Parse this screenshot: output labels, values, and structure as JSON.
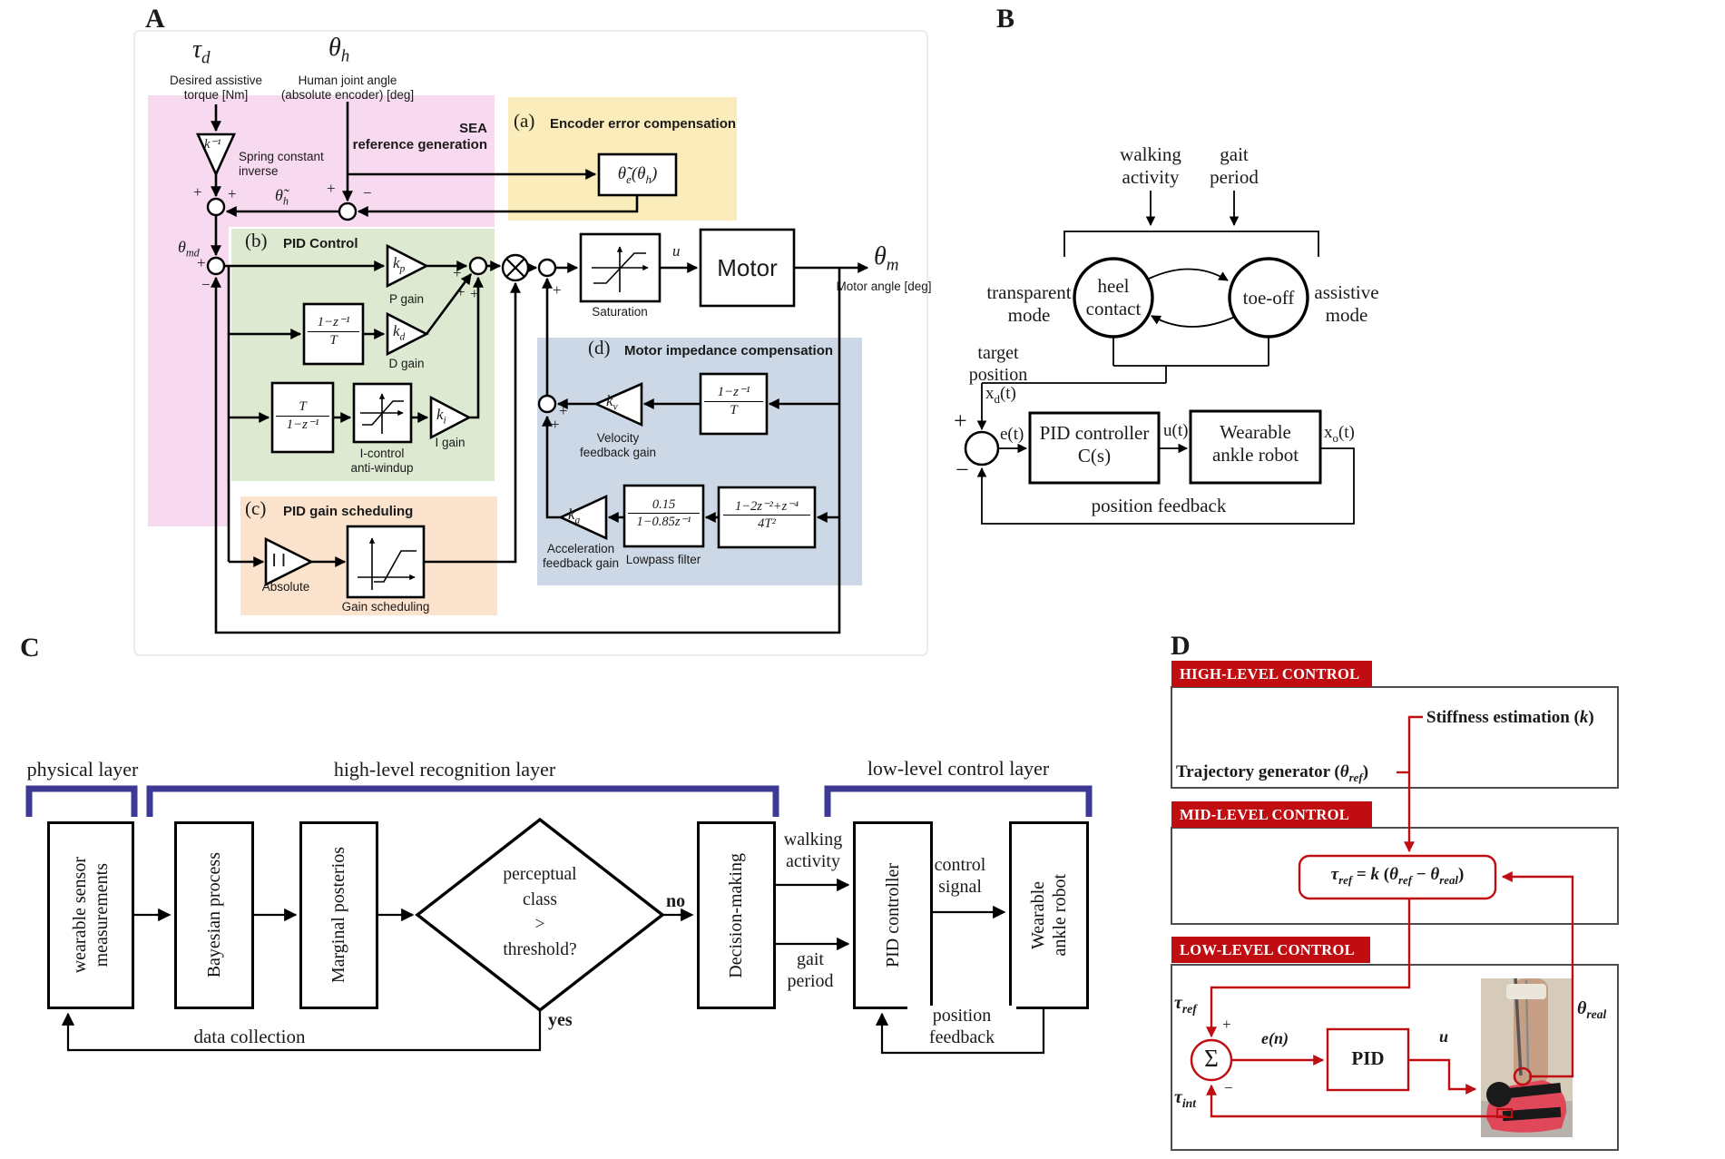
{
  "sym": {
    "plus": "+",
    "minus": "−"
  },
  "colors": {
    "pink": "#f7d9f0",
    "green": "#dde9d0",
    "yellow": "#fbedbb",
    "orange": "#fbe3cd",
    "blue": "#cdd8e6",
    "bracket": "#3c3a94",
    "red": "#c00d12",
    "grayline": "#4d4d4d"
  },
  "panels": {
    "a": "A",
    "b": "B",
    "c": "C",
    "d": "D"
  },
  "panelA": {
    "tau_d": [
      {
        "t": "τ",
        "i": true
      },
      {
        "t": "d",
        "sub": true,
        "i": true
      }
    ],
    "tau_d_desc": [
      "Desired assistive",
      "torque [Nm]"
    ],
    "theta_h_sym": [
      {
        "t": "θ",
        "i": true
      },
      {
        "t": "h",
        "sub": true,
        "i": true
      }
    ],
    "theta_h_desc": [
      "Human joint angle",
      "(absolute encoder) [deg]"
    ],
    "sea_title": [
      "SEA",
      "reference generation"
    ],
    "k_inv": "k⁻¹",
    "spring_label": [
      "Spring constant",
      "inverse"
    ],
    "theta_tilde_h": [
      {
        "t": "θ̃",
        "i": true
      },
      {
        "t": "h",
        "sub": true,
        "i": true
      }
    ],
    "theta_md": [
      {
        "t": "θ",
        "i": true
      },
      {
        "t": "md",
        "sub": true,
        "i": true
      }
    ],
    "region_a": {
      "tag": "(a)",
      "title": "Encoder error compensation"
    },
    "enc_block": [
      {
        "t": "θ̃",
        "i": true
      },
      {
        "t": "e",
        "sub": true,
        "i": true
      },
      {
        "t": "(θ",
        "i": true
      },
      {
        "t": "h",
        "sub": true,
        "i": true
      },
      {
        "t": ")",
        "i": true
      }
    ],
    "region_b": {
      "tag": "(b)",
      "title": "PID Control"
    },
    "kp": [
      {
        "t": "k",
        "i": true
      },
      {
        "t": "p",
        "sub": true,
        "i": true
      }
    ],
    "p_gain": "P gain",
    "frac_dz": {
      "num": "1−z⁻¹",
      "den": "T"
    },
    "kd": [
      {
        "t": "k",
        "i": true
      },
      {
        "t": "d",
        "sub": true,
        "i": true
      }
    ],
    "d_gain": "D gain",
    "frac_iz": {
      "num": "T",
      "den": "1−z⁻¹"
    },
    "anti_windup": [
      "I-control",
      "anti-windup"
    ],
    "ki": [
      {
        "t": "k",
        "i": true
      },
      {
        "t": "i",
        "sub": true,
        "i": true
      }
    ],
    "i_gain": "I gain",
    "region_c": {
      "tag": "(c)",
      "title": "PID gain scheduling"
    },
    "abs_sym": "| |",
    "absolute": "Absolute",
    "gain_sched": "Gain scheduling",
    "region_d": {
      "tag": "(d)",
      "title": "Motor impedance compensation"
    },
    "kv": [
      {
        "t": "k",
        "i": true
      },
      {
        "t": "v",
        "sub": true,
        "i": true
      }
    ],
    "velocity_gain": [
      "Velocity",
      "feedback gain"
    ],
    "frac_dz2": {
      "num": "1−z⁻¹",
      "den": "T"
    },
    "ka": [
      {
        "t": "k",
        "i": true
      },
      {
        "t": "a",
        "sub": true,
        "i": true
      }
    ],
    "accel_gain": [
      "Acceleration",
      "feedback gain"
    ],
    "frac_lp": {
      "num": "0.15",
      "den": "1−0.85z⁻¹"
    },
    "lowpass": "Lowpass filter",
    "frac_acc": {
      "num": "1−2z⁻²+z⁻⁴",
      "den": "4T²"
    },
    "saturation": "Saturation",
    "u": "u",
    "motor": "Motor",
    "theta_m": [
      {
        "t": "θ",
        "i": true
      },
      {
        "t": "m",
        "sub": true,
        "i": true
      }
    ],
    "motor_angle": "Motor angle [deg]"
  },
  "panelB": {
    "walking": [
      "walking",
      "activity"
    ],
    "gait": [
      "gait",
      "period"
    ],
    "heel": [
      "heel",
      "contact"
    ],
    "toe": "toe-off",
    "transparent": [
      "transparent",
      "mode"
    ],
    "assistive": [
      "assistive",
      "mode"
    ],
    "target": [
      "target",
      "position"
    ],
    "xd": [
      {
        "t": "x"
      },
      {
        "t": "d",
        "sub": true
      },
      {
        "t": "(t)"
      }
    ],
    "et": "e(t)",
    "pid": [
      "PID controller",
      "C(s)"
    ],
    "ut": "u(t)",
    "robot": [
      "Wearable",
      "ankle robot"
    ],
    "xo": [
      {
        "t": "x"
      },
      {
        "t": "o",
        "sub": true
      },
      {
        "t": "(t)"
      }
    ],
    "pos_fb": "position feedback"
  },
  "panelC": {
    "physical": "physical layer",
    "highlevel": "high-level recognition layer",
    "lowlevel": "low-level control layer",
    "sensor": [
      "wearable sensor",
      "measurements"
    ],
    "bayesian": "Bayesian process",
    "marginal": "Marginal posterios",
    "diamond": [
      "perceptual",
      "class",
      ">",
      "threshold?"
    ],
    "no": "no",
    "yes": "yes",
    "decision": "Decision-making",
    "walking": [
      "walking",
      "activity"
    ],
    "gaitp": [
      "gait",
      "period"
    ],
    "pidc": "PID controller",
    "ctrl": [
      "control",
      "signal"
    ],
    "robot": [
      "Wearable",
      "ankle robot"
    ],
    "posfb": [
      "position",
      "feedback"
    ],
    "datacol": "data collection"
  },
  "panelD": {
    "high": "HIGH-LEVEL CONTROL",
    "mid": "MID-LEVEL CONTROL",
    "low": "LOW-LEVEL CONTROL",
    "stiffness": [
      {
        "t": "Stiffness estimation ("
      },
      {
        "t": "k",
        "i": true
      },
      {
        "t": ")"
      }
    ],
    "trajectory": [
      {
        "t": "Trajectory generator  ("
      },
      {
        "t": "θ",
        "i": true
      },
      {
        "t": "ref",
        "sub": true,
        "i": true
      },
      {
        "t": ")"
      }
    ],
    "formula": [
      {
        "t": "τ",
        "i": true
      },
      {
        "t": "ref",
        "sub": true,
        "i": true
      },
      {
        "t": " = "
      },
      {
        "t": "k",
        "i": true
      },
      {
        "t": " ("
      },
      {
        "t": "θ",
        "i": true
      },
      {
        "t": "ref",
        "sub": true,
        "i": true
      },
      {
        "t": " −  "
      },
      {
        "t": "θ",
        "i": true
      },
      {
        "t": "real",
        "sub": true,
        "i": true
      },
      {
        "t": ")"
      }
    ],
    "tau_ref": [
      {
        "t": "τ"
      },
      {
        "t": "ref",
        "sub": true
      }
    ],
    "tau_int": [
      {
        "t": "τ"
      },
      {
        "t": "int",
        "sub": true
      }
    ],
    "sigma": "Σ",
    "en": "e(n)",
    "pid": "PID",
    "u": "u",
    "theta_real": [
      {
        "t": "θ"
      },
      {
        "t": "real",
        "sub": true
      }
    ]
  }
}
